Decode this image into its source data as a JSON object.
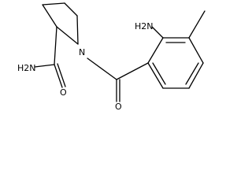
{
  "molecule": {
    "atoms": {
      "amine_aryl": "H2N",
      "amine_amide": "H2N",
      "ring_nitrogen": "N",
      "amide_oxygen": "O",
      "carbonyl_oxygen": "O"
    }
  }
}
